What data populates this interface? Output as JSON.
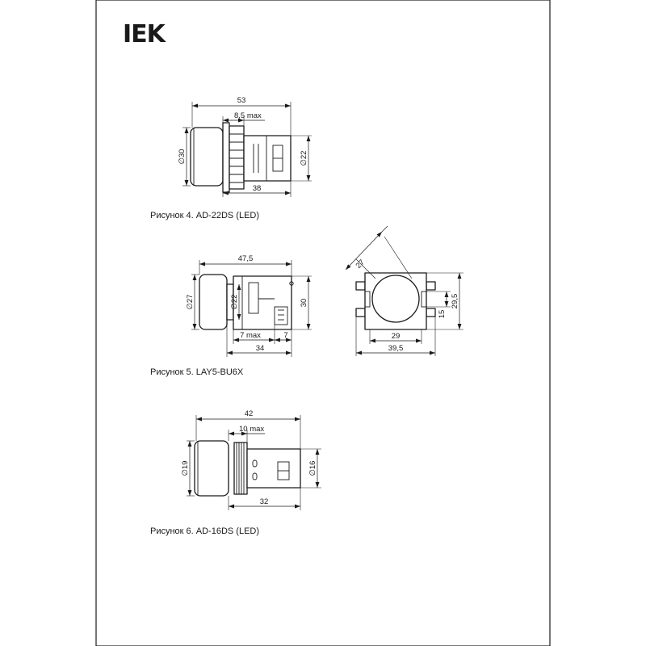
{
  "brand": {
    "logo_text": "IEK"
  },
  "figures": [
    {
      "caption": "Рисунок 4. AD-22DS (LED)",
      "dims": {
        "overall": "53",
        "panel": "8,5 max",
        "head": "∅30",
        "body": "∅22",
        "depth": "38"
      }
    },
    {
      "caption": "Рисунок 5. LAY5-BU6X",
      "dims": {
        "overall": "47,5",
        "head": "∅27",
        "collar": "∅22",
        "height": "30",
        "panel": "7 max",
        "tail": "7",
        "depth": "34"
      },
      "front": {
        "diag": "27",
        "width_inner": "29",
        "width": "39,5",
        "height": "29,5",
        "height_inner": "15"
      }
    },
    {
      "caption": "Рисунок 6. AD-16DS (LED)",
      "dims": {
        "overall": "42",
        "panel": "10 max",
        "head": "∅19",
        "body": "∅16",
        "depth": "32"
      }
    }
  ]
}
